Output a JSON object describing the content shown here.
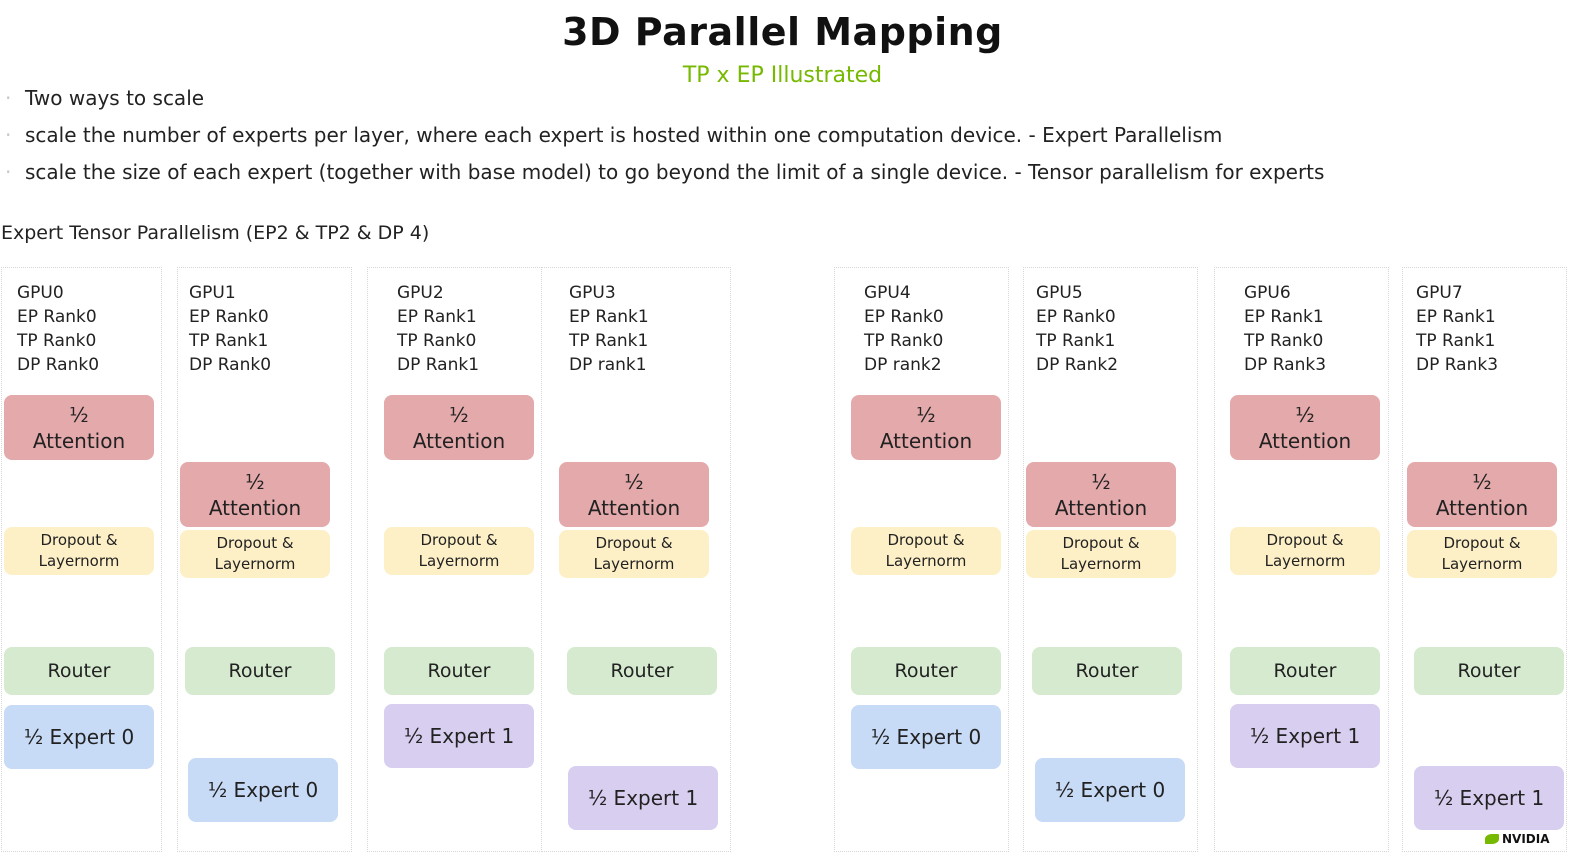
{
  "title": "3D Parallel Mapping",
  "subtitle": "TP x EP Illustrated",
  "bullets": [
    "Two ways to scale",
    "scale the number of experts per layer, where each expert is hosted within one computation device. - Expert Parallelism",
    "scale the size of each expert (together with base model) to go beyond the limit of a single device.  - Tensor parallelism for experts"
  ],
  "section_title": "Expert Tensor Parallelism (EP2 & TP2 & DP 4)",
  "block_labels": {
    "attention_frac": "½",
    "attention": "Attention",
    "dropout_line1": "Dropout &",
    "dropout_line2": "Layernorm",
    "router": "Router"
  },
  "gpus": [
    {
      "name": "GPU0",
      "ep": "EP Rank0",
      "tp": "TP Rank0",
      "dp": "DP Rank0",
      "expert": "½ Expert 0",
      "expert_id": 0
    },
    {
      "name": "GPU1",
      "ep": "EP Rank0",
      "tp": "TP Rank1",
      "dp": "DP Rank0",
      "expert": "½ Expert 0",
      "expert_id": 0
    },
    {
      "name": "GPU2",
      "ep": "EP Rank1",
      "tp": "TP Rank0",
      "dp": "DP Rank1",
      "expert": "½ Expert 1",
      "expert_id": 1
    },
    {
      "name": "GPU3",
      "ep": "EP Rank1",
      "tp": "TP Rank1",
      "dp": "DP rank1",
      "expert": "½ Expert 1",
      "expert_id": 1
    },
    {
      "name": "GPU4",
      "ep": "EP Rank0",
      "tp": "TP Rank0",
      "dp": "DP rank2",
      "expert": "½ Expert 0",
      "expert_id": 0
    },
    {
      "name": "GPU5",
      "ep": "EP Rank0",
      "tp": "TP Rank1",
      "dp": "DP Rank2",
      "expert": "½ Expert 0",
      "expert_id": 0
    },
    {
      "name": "GPU6",
      "ep": "EP Rank1",
      "tp": "TP Rank0",
      "dp": "DP Rank3",
      "expert": "½ Expert 1",
      "expert_id": 1
    },
    {
      "name": "GPU7",
      "ep": "EP Rank1",
      "tp": "TP Rank1",
      "dp": "DP Rank3",
      "expert": "½ Expert 1",
      "expert_id": 1
    }
  ],
  "logo_text": "NVIDIA",
  "colors": {
    "attention": "#e4a9ab",
    "dropout": "#fdf0c7",
    "router": "#d5eacf",
    "expert0": "#c7daf6",
    "expert1": "#d8cff0",
    "subtitle": "#76b900"
  }
}
